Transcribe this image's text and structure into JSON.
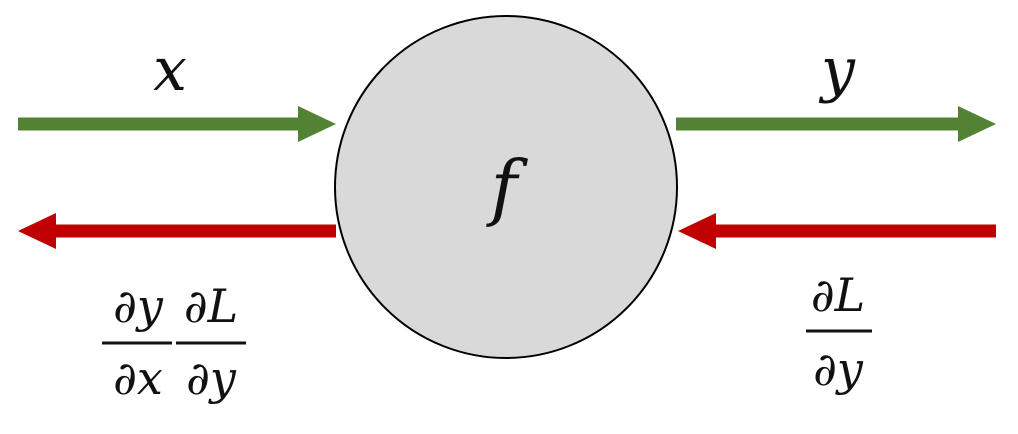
{
  "diagram": {
    "node": {
      "label": "f",
      "fill": "#d9d9d9",
      "stroke": "#000000"
    },
    "forward": {
      "color": "#548235",
      "input_label": "x",
      "output_label": "y"
    },
    "backward": {
      "color": "#c00000",
      "upstream_gradient": {
        "numerator": "∂L",
        "denominator": "∂y"
      },
      "local_gradient": {
        "numerator": "∂y",
        "denominator": "∂x"
      },
      "downstream_gradient_upstream_factor": {
        "numerator": "∂L",
        "denominator": "∂y"
      }
    }
  }
}
